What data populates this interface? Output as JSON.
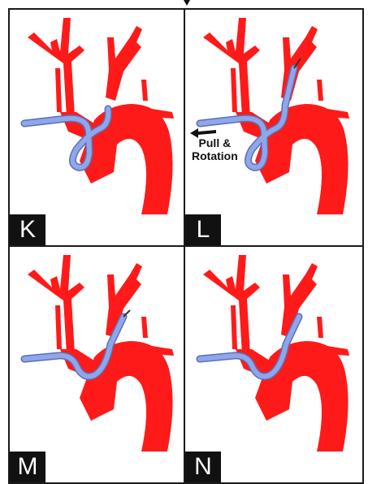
{
  "colors": {
    "vessel": "#ff1a1a",
    "catheter": "#8fa6e8",
    "catheter_outline": "#5b6fb8",
    "label_bg": "#111111",
    "label_text": "#ffffff",
    "border": "#1a1a1a"
  },
  "panels": [
    {
      "label": "K",
      "stage": "loop"
    },
    {
      "label": "L",
      "stage": "loop-advanced"
    },
    {
      "label": "M",
      "stage": "straight-short"
    },
    {
      "label": "N",
      "stage": "straight-long"
    }
  ],
  "annotation": {
    "text_line1": "Pull &",
    "text_line2": "Rotation",
    "arrow_icon": "left-arrow-icon"
  }
}
